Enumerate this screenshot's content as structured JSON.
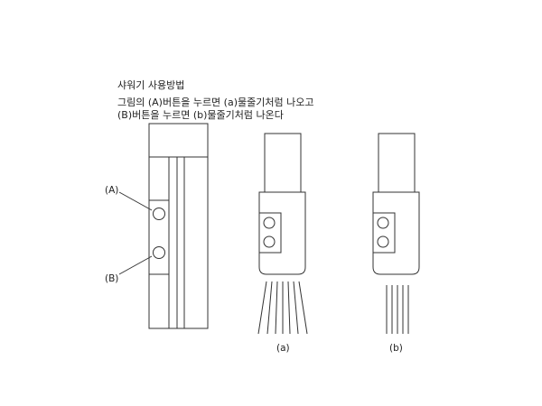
{
  "header": {
    "title": "샤워기 사용방법",
    "line1": "그림의 (A)버튼을 누르면 (a)물줄기처럼 나오고",
    "line2": "(B)버튼을 누르면 (b)물줄기처럼 나온다"
  },
  "labels": {
    "button_a": "(A)",
    "button_b": "(B)",
    "stream_a": "(a)",
    "stream_b": "(b)"
  },
  "colors": {
    "stroke": "#333333",
    "text": "#222222"
  }
}
